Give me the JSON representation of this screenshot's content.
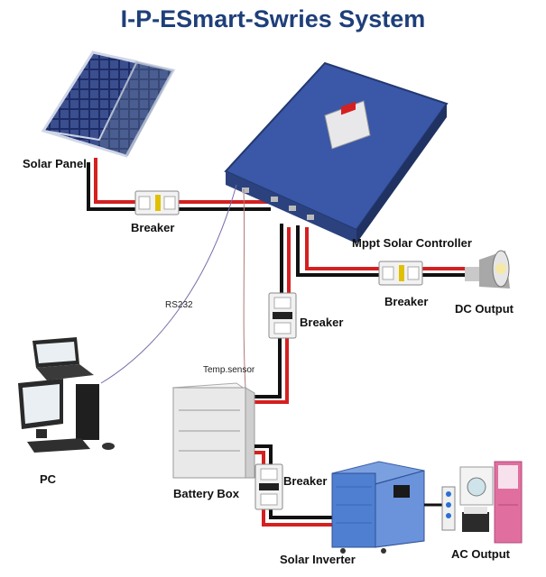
{
  "title": "I-P-ESmart-Swries System",
  "labels": {
    "solar_panel": "Solar Panel",
    "breaker_top": "Breaker",
    "controller": "Mppt Solar Controller",
    "breaker_dc": "Breaker",
    "dc_output": "DC Output",
    "breaker_mid": "Breaker",
    "rs232": "RS232",
    "temp_sensor": "Temp.sensor",
    "pc": "PC",
    "battery_box": "Battery Box",
    "breaker_bottom": "Breaker",
    "solar_inverter": "Solar Inverter",
    "ac_output": "AC Output"
  },
  "colors": {
    "title": "#1f3f7a",
    "controller": "#3a57a8",
    "wire_red": "#d42020",
    "wire_black": "#111111",
    "inverter": "#4f7fd0",
    "panel": "#1c2b66"
  }
}
